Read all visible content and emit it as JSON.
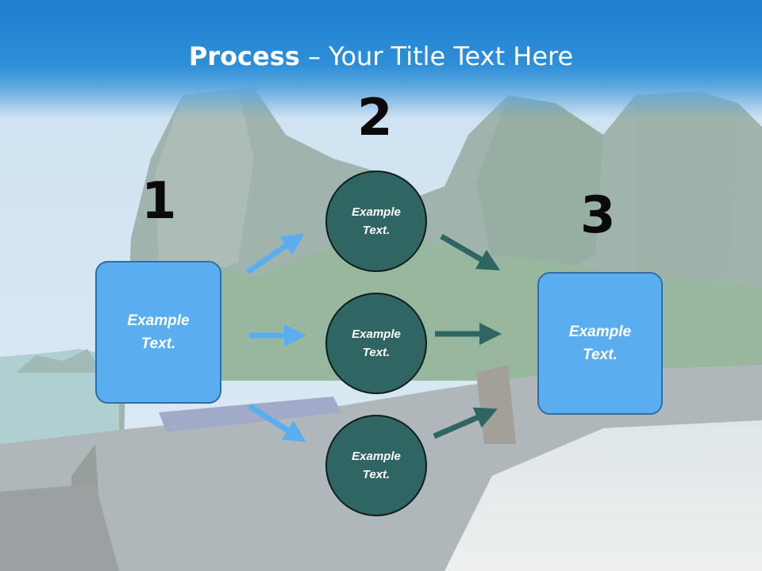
{
  "title": {
    "bold": "Process",
    "rest": " – Your Title Text Here"
  },
  "steps": [
    {
      "number": "1",
      "text": "Example\nText."
    },
    {
      "number": "2",
      "texts": [
        "Example\nText.",
        "Example\nText.",
        "Example\nText."
      ]
    },
    {
      "number": "3",
      "text": "Example\nText."
    }
  ],
  "colors": {
    "title_bar": "#2e8fd8",
    "box_fill": "#5aaef0",
    "circle_fill": "#2f6563",
    "arrow_left": "#5aaef0",
    "arrow_right": "#2f6563"
  }
}
